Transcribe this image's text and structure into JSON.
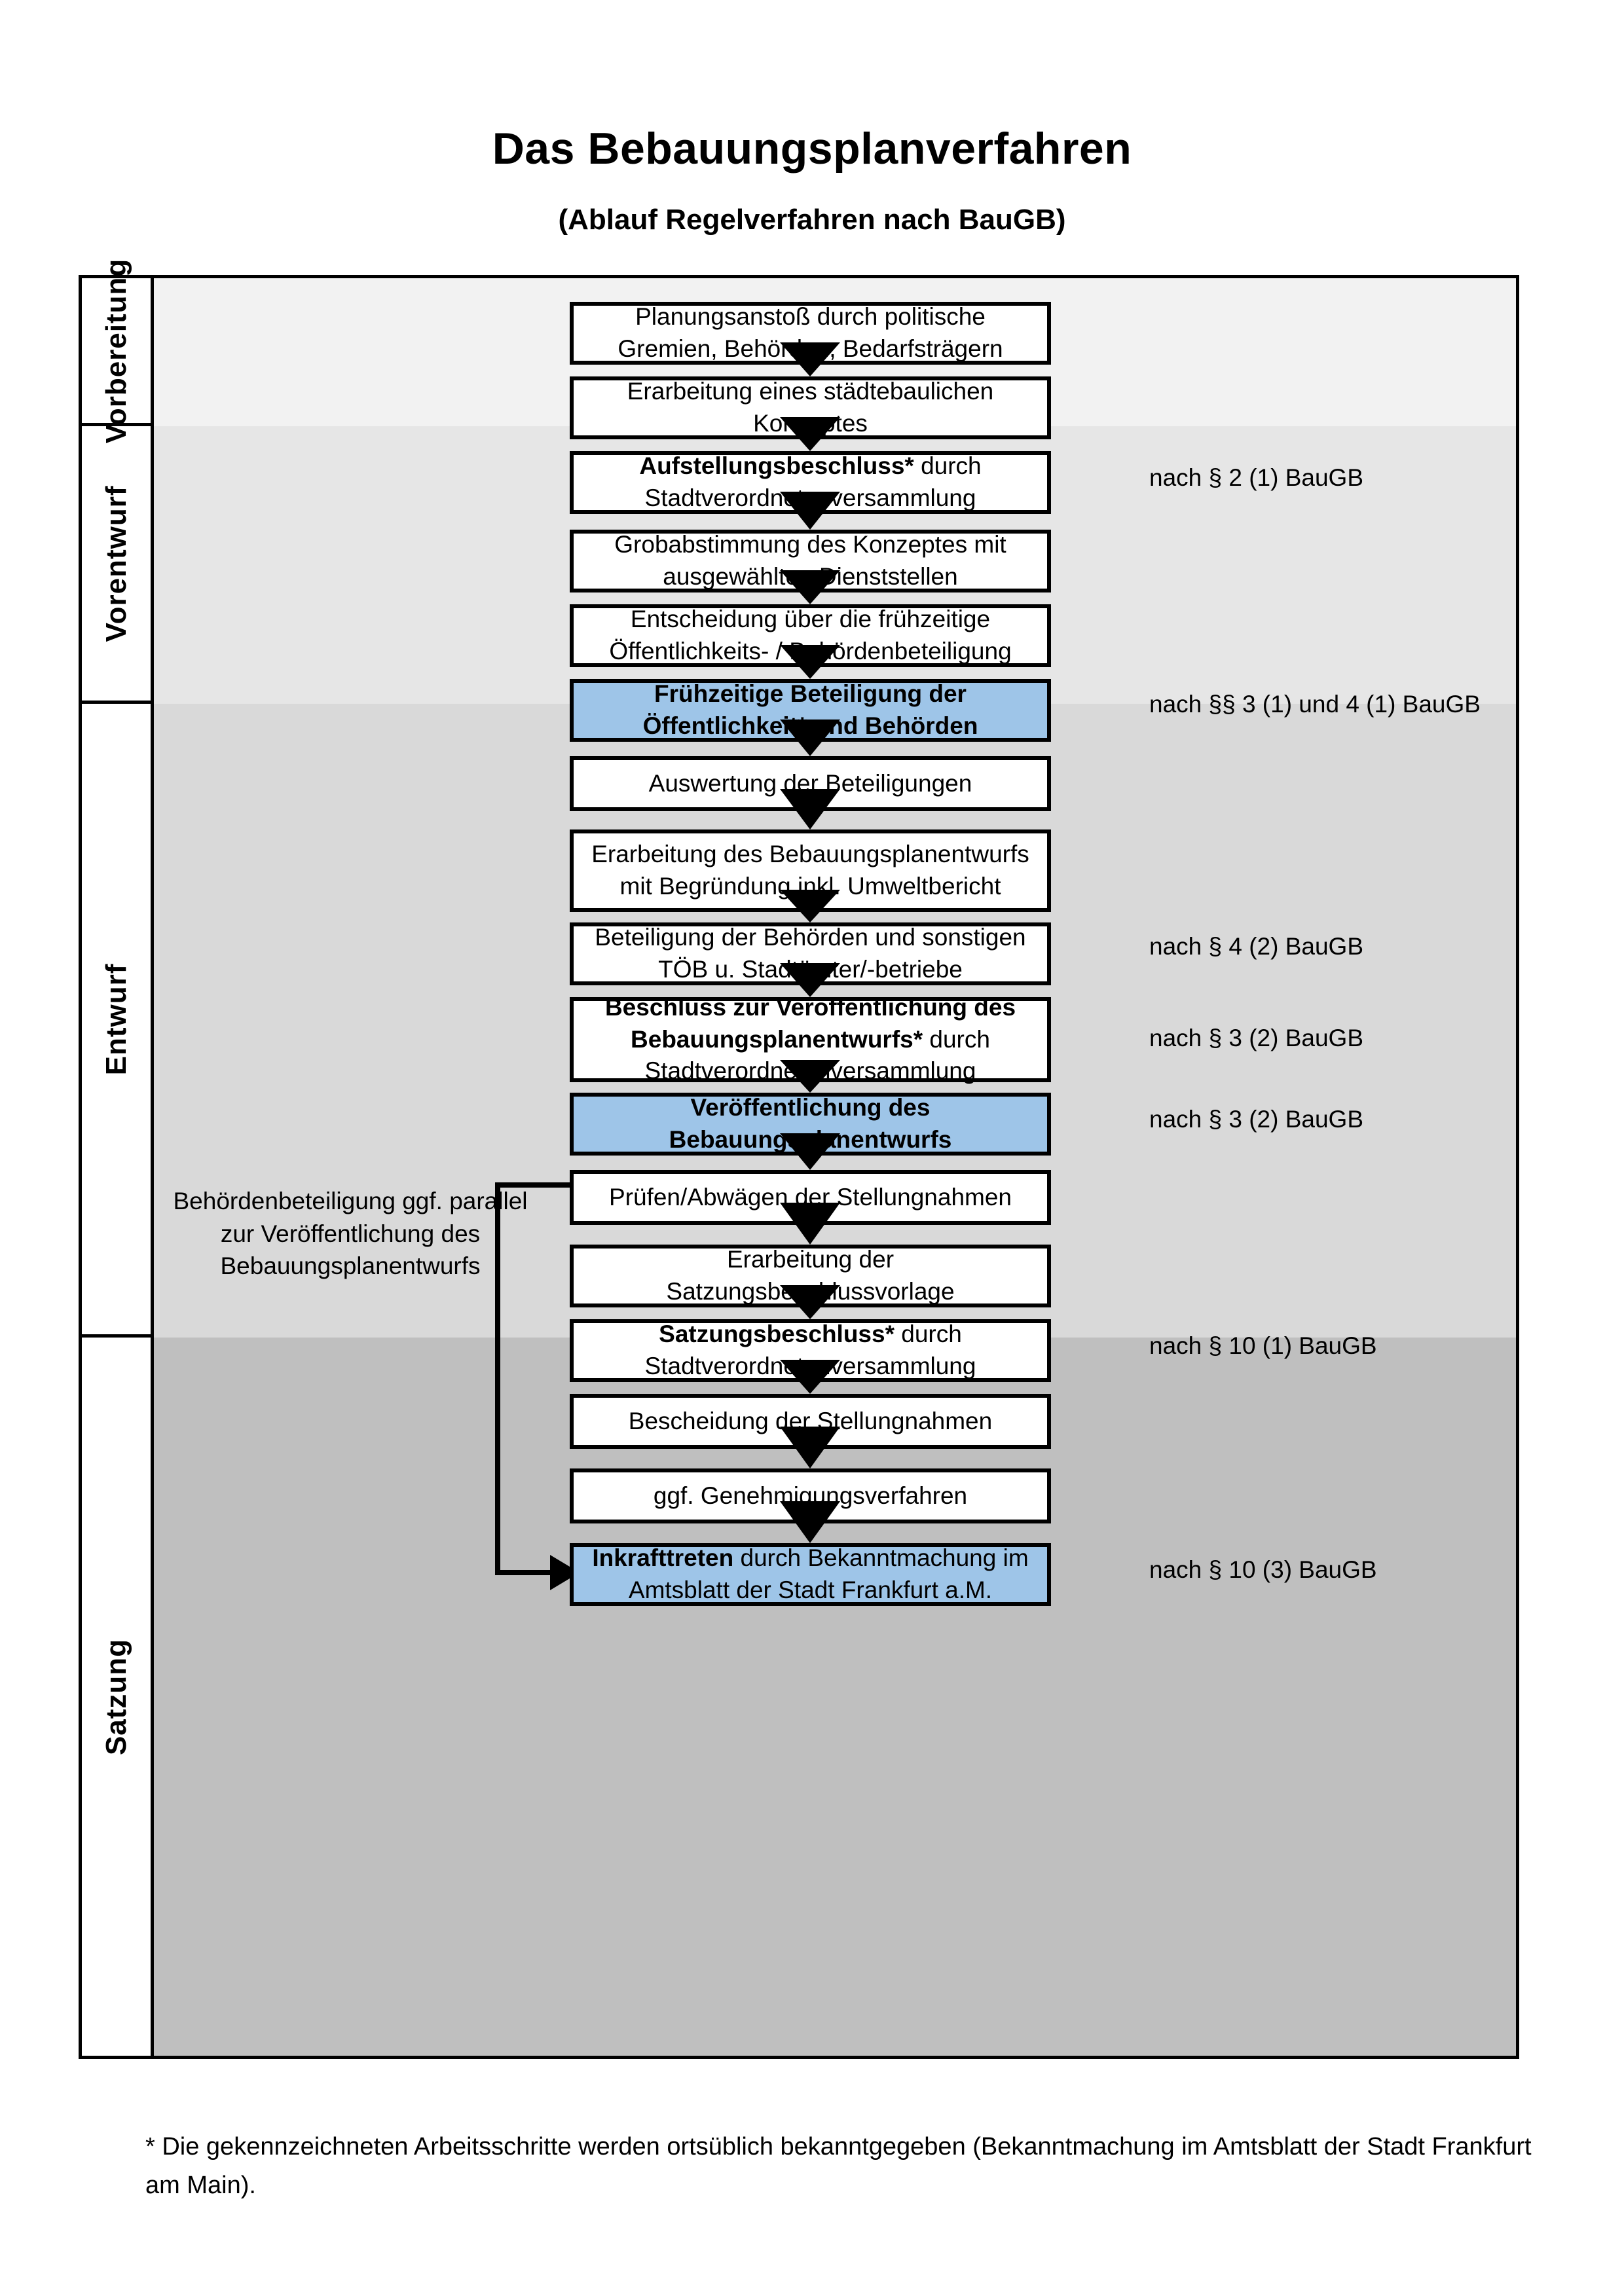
{
  "document": {
    "title": "Das Bebauungsplanverfahren",
    "subtitle": "(Ablauf Regelverfahren nach BauGB)",
    "footnote": "* Die gekennzeichneten Arbeitsschritte werden ortsüblich bekanntgegeben (Bekanntmachung im Amtsblatt  der Stadt Frankfurt am Main)."
  },
  "colors": {
    "highlight_blue": "#9EC5E8",
    "band_vorbereitung": "#F2F2F2",
    "band_vorentwurf": "#E6E6E6",
    "band_entwurf": "#D9D9D9",
    "band_satzung": "#BFBFBF",
    "outline": "#000000"
  },
  "phases": [
    {
      "key": "vorbereitung",
      "label": "Vorbereitung"
    },
    {
      "key": "vorentwurf",
      "label": "Vorentwurf"
    },
    {
      "key": "entwurf",
      "label": "Entwurf"
    },
    {
      "key": "satzung",
      "label": "Satzung"
    }
  ],
  "steps": [
    {
      "id": 1,
      "phase": "vorbereitung",
      "bold": "",
      "text": "Planungsanstoß durch politische Gremien, Behörden, Bedarfsträgern",
      "highlight": false
    },
    {
      "id": 2,
      "phase": "vorbereitung",
      "bold": "",
      "text": "Erarbeitung eines städtebaulichen Konzeptes",
      "highlight": false
    },
    {
      "id": 3,
      "phase": "vorbereitung",
      "bold": "Aufstellungsbeschluss*",
      "text": " durch Stadtverordnetenversammlung",
      "highlight": false
    },
    {
      "id": 4,
      "phase": "vorentwurf",
      "bold": "",
      "text": "Grobabstimmung des Konzeptes mit ausgewählten Dienststellen",
      "highlight": false
    },
    {
      "id": 5,
      "phase": "vorentwurf",
      "bold": "",
      "text": "Entscheidung über die frühzeitige Öffentlichkeits- / Behördenbeteiligung",
      "highlight": false
    },
    {
      "id": 6,
      "phase": "vorentwurf",
      "bold": "Frühzeitige Beteiligung der Öffentlichkeit* und Behörden",
      "text": "",
      "highlight": true
    },
    {
      "id": 7,
      "phase": "entwurf",
      "bold": "",
      "text": "Auswertung der Beteiligungen",
      "highlight": false
    },
    {
      "id": 8,
      "phase": "entwurf",
      "bold": "",
      "text": "Erarbeitung des Bebauungsplanentwurfs mit Begründung inkl. Umweltbericht",
      "highlight": false
    },
    {
      "id": 9,
      "phase": "entwurf",
      "bold": "",
      "text": "Beteiligung der Behörden und sonstigen TÖB u. Stadtämter/-betriebe",
      "highlight": false
    },
    {
      "id": 10,
      "phase": "entwurf",
      "bold": "Beschluss zur Veröffentlichung des Bebauungsplanentwurfs*",
      "text": " durch Stadtverordnetenversammlung",
      "highlight": false
    },
    {
      "id": 11,
      "phase": "entwurf",
      "bold": "Veröffentlichung des Bebauungsplanentwurfs",
      "text": "",
      "highlight": true
    },
    {
      "id": 12,
      "phase": "satzung",
      "bold": "",
      "text": "Prüfen/Abwägen der Stellungnahmen",
      "highlight": false
    },
    {
      "id": 13,
      "phase": "satzung",
      "bold": "",
      "text": "Erarbeitung der Satzungsbeschlussvorlage",
      "highlight": false
    },
    {
      "id": 14,
      "phase": "satzung",
      "bold": "Satzungsbeschluss*",
      "text": " durch Stadtverordnetenversammlung",
      "highlight": false
    },
    {
      "id": 15,
      "phase": "satzung",
      "bold": "",
      "text": "Bescheidung der Stellungnahmen",
      "highlight": false
    },
    {
      "id": 16,
      "phase": "satzung",
      "bold": "",
      "text": "ggf. Genehmigungsverfahren",
      "highlight": false
    },
    {
      "id": 17,
      "phase": "satzung",
      "bold": "Inkrafttreten",
      "text": " durch Bekanntmachung im Amtsblatt der Stadt Frankfurt a.M.",
      "highlight": true
    }
  ],
  "legal_refs": [
    {
      "for_step": 3,
      "text": "nach § 2 (1) BauGB"
    },
    {
      "for_step": 6,
      "text": "nach §§ 3 (1) und 4 (1) BauGB"
    },
    {
      "for_step": 9,
      "text": "nach § 4 (2) BauGB"
    },
    {
      "for_step": 10,
      "text": "nach § 3 (2) BauGB"
    },
    {
      "for_step": 11,
      "text": "nach § 3 (2) BauGB"
    },
    {
      "for_step": 14,
      "text": "nach § 10 (1) BauGB"
    },
    {
      "for_step": 17,
      "text": "nach § 10 (3) BauGB"
    }
  ],
  "annotations": {
    "parallel_note": "Behördenbeteiligung ggf. parallel zur Veröffentlichung des Bebauungsplanentwurfs"
  },
  "connectors": {
    "bypass": {
      "from_step": 9,
      "to_step": 11,
      "description": "Behördenbeteiligung läuft ggf. parallel zur Veröffentlichung"
    }
  }
}
